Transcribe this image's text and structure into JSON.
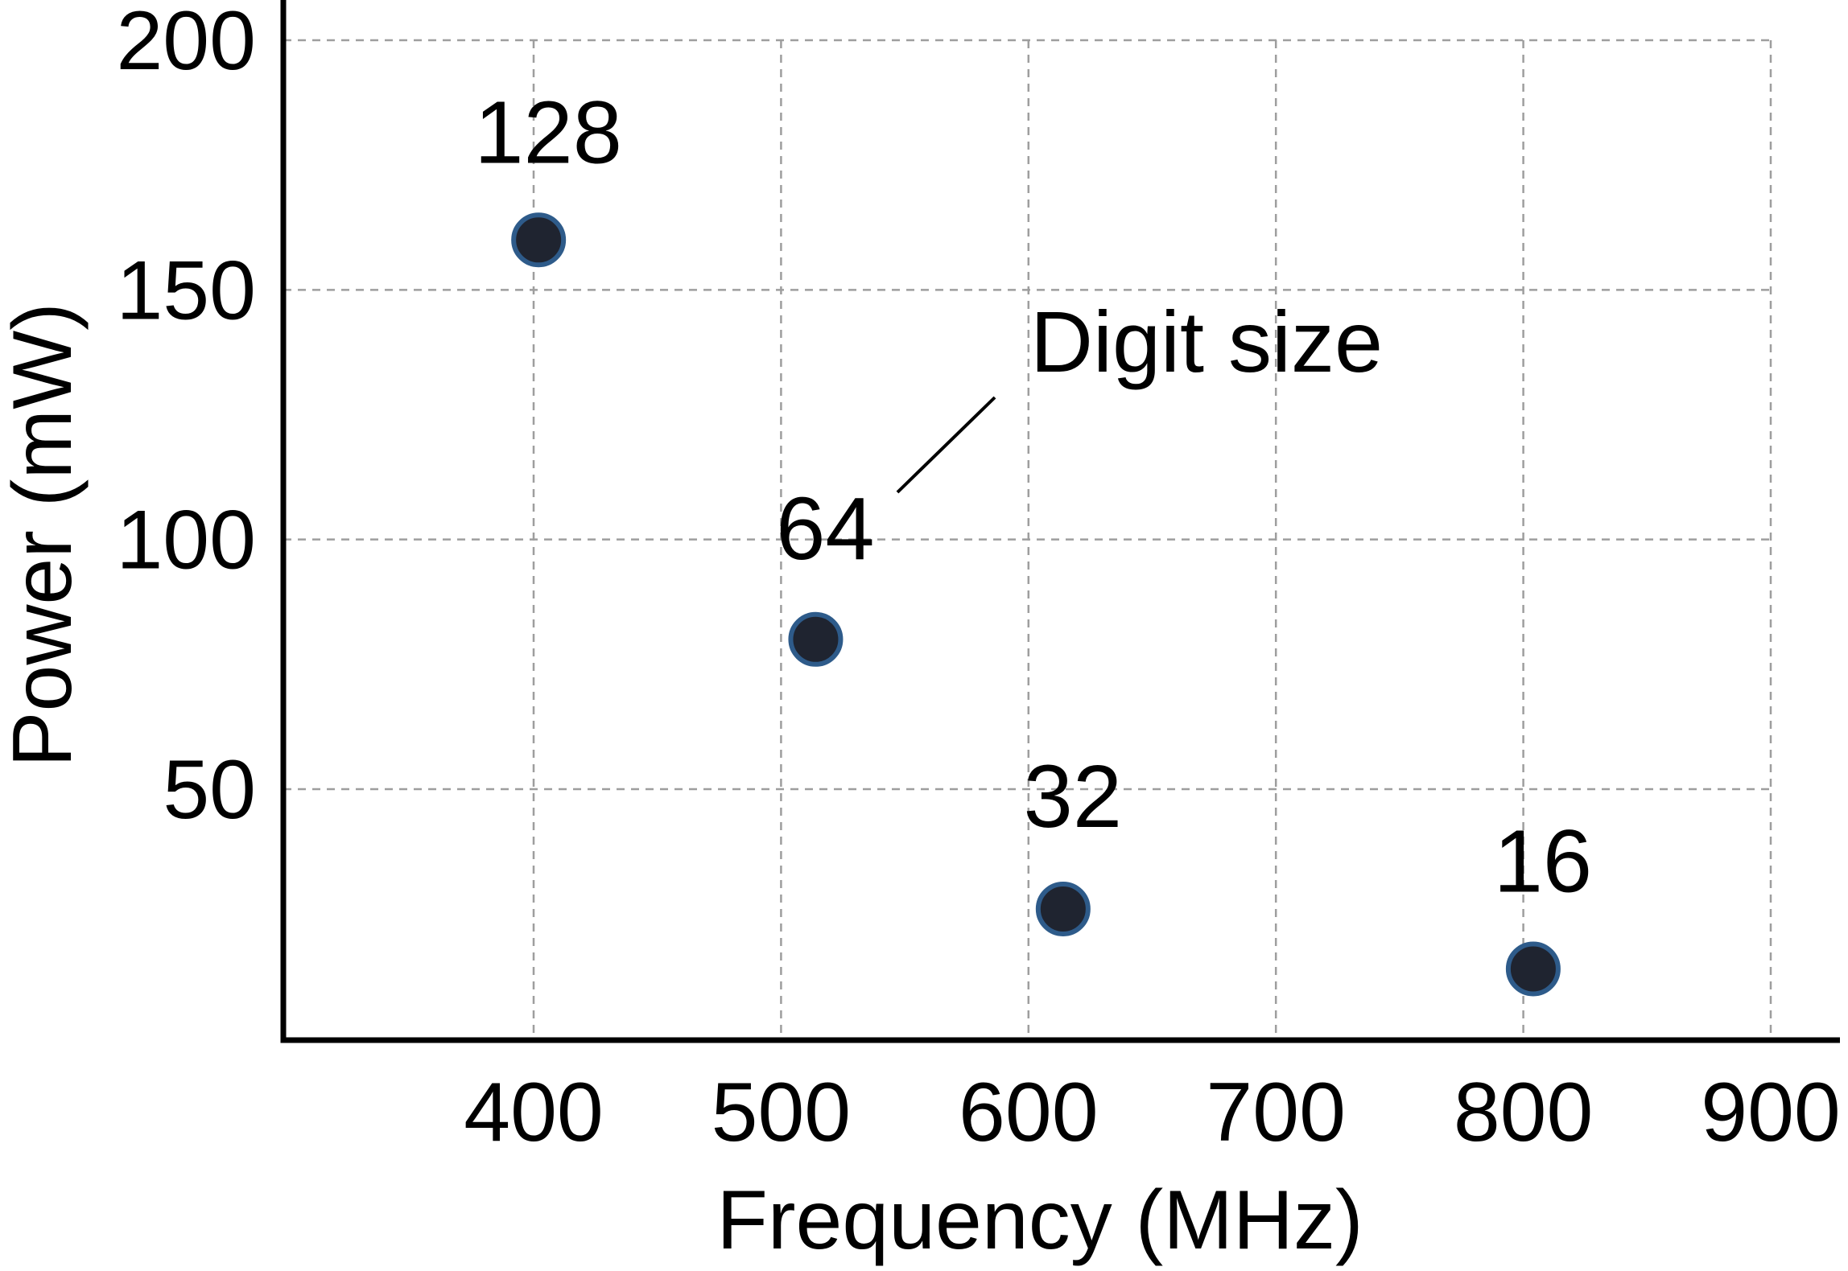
{
  "chart_data": {
    "type": "scatter",
    "title": "",
    "xlabel": "Frequency (MHz)",
    "ylabel": "Power (mW)",
    "xlim": [
      300,
      900
    ],
    "ylim": [
      0,
      200
    ],
    "x_ticks": [
      400,
      500,
      600,
      700,
      800,
      900
    ],
    "y_ticks": [
      50,
      100,
      150,
      200
    ],
    "grid": true,
    "marker_fill": "#1f2430",
    "marker_edge": "#2e5b8a",
    "points": [
      {
        "x": 402,
        "y": 160,
        "label": "128"
      },
      {
        "x": 514,
        "y": 80,
        "label": "64"
      },
      {
        "x": 614,
        "y": 26,
        "label": "32"
      },
      {
        "x": 804,
        "y": 14,
        "label": "16"
      }
    ],
    "annotation": {
      "text": "Digit size",
      "target": "64"
    }
  }
}
